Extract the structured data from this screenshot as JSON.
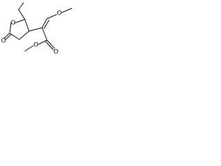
{
  "atoms": {
    "ring_oxygen": "O",
    "carbonyl_oxygen": "O",
    "ether_oxygen_top": "O",
    "ester_carbonyl_oxygen": "O",
    "ester_oxygen": "O"
  },
  "colors": {
    "bond": "#000000",
    "label": "#000000",
    "background": "#ffffff"
  }
}
